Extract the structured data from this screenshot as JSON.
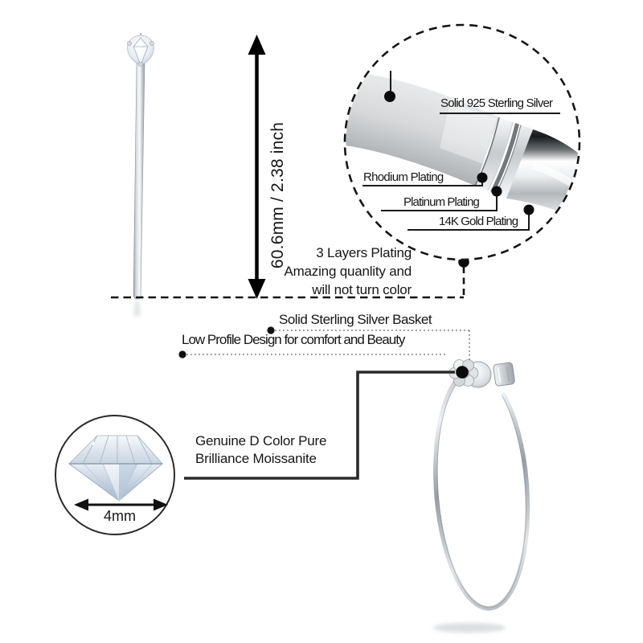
{
  "measurement": {
    "size_label": "60.6mm / 2.38 inch"
  },
  "magnifier": {
    "silver_label": "Solid 925 Sterling Silver",
    "rhodium_label": "Rhodium Plating",
    "platinum_label": "Platinum Plating",
    "gold_label": "14K Gold Plating"
  },
  "plating_note": {
    "line1": "3 Layers Plating",
    "line2": "Amazing quanlity and",
    "line3": "will not turn color"
  },
  "features": {
    "basket_label": "Solid Sterling Silver Basket",
    "comfort_label": "Low Profile Design for comfort and Beauty"
  },
  "stone": {
    "line1": "Genuine D Color Pure",
    "line2": "Brilliance Moissanite",
    "size_label": "4mm"
  },
  "colors": {
    "text": "#161616",
    "line_black": "#1a1a1a",
    "dotted_grey": "#8d8d8d",
    "silver_light": "#f2f4f6",
    "silver_dark": "#8b9096"
  }
}
